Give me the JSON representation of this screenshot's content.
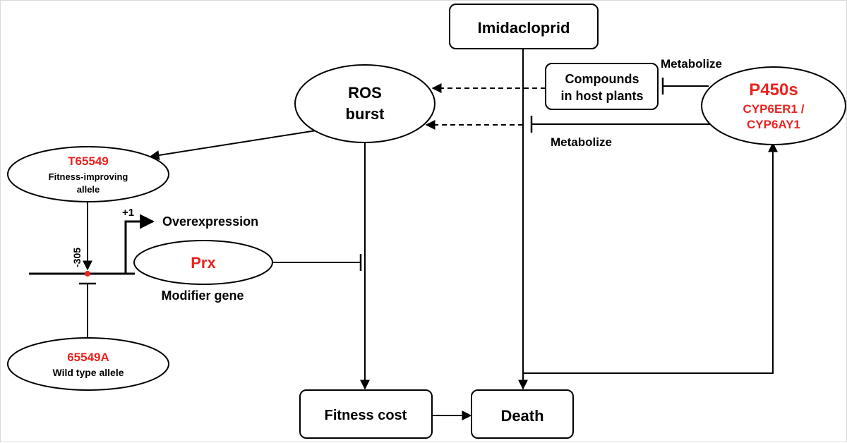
{
  "colors": {
    "accent": "#e8231f",
    "stroke": "#000000",
    "background": "#ffffff"
  },
  "nodes": {
    "imidacloprid": "Imidacloprid",
    "ros_line1": "ROS",
    "ros_line2": "burst",
    "compounds_line1": "Compounds",
    "compounds_line2": "in host plants",
    "p450_title": "P450s",
    "p450_line1": "CYP6ER1 /",
    "p450_line2": "CYP6AY1",
    "t65549_title": "T65549",
    "t65549_line1": "Fitness-improving",
    "t65549_line2": "allele",
    "prx": "Prx",
    "wild_title": "65549A",
    "wild_line1": "Wild type allele",
    "fitness_cost": "Fitness cost",
    "death": "Death"
  },
  "labels": {
    "metabolize_top": "Metabolize",
    "metabolize_bottom": "Metabolize",
    "overexpression": "Overexpression",
    "plus_one": "+1",
    "minus_305": "-305",
    "modifier_gene": "Modifier gene"
  }
}
